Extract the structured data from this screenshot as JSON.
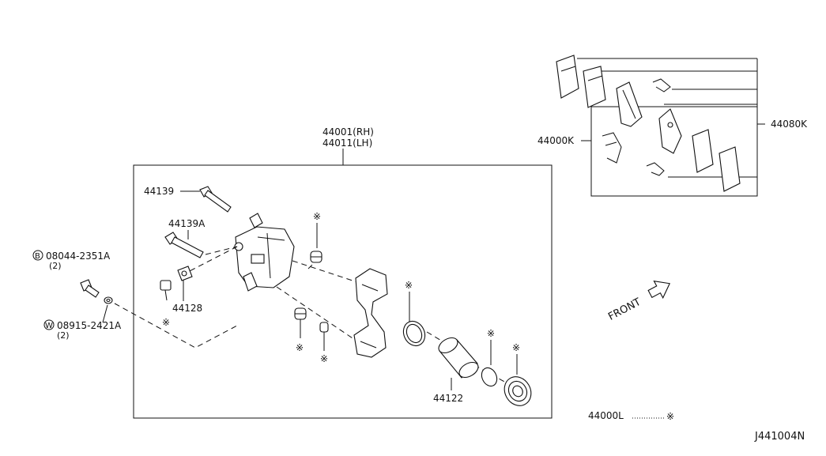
{
  "labels": {
    "caliper_rh": "44001(RH)",
    "caliper_lh": "44011(LH)",
    "pin_bolt": "44139",
    "pin_bolt_a": "44139A",
    "bleeder": "44128",
    "bolt_code": "08044-2351A",
    "bolt_qty": "(2)",
    "bolt_circle": "B",
    "washer_code": "08915-2421A",
    "washer_qty": "(2)",
    "washer_circle": "W",
    "piston": "44122",
    "pad_kit": "44000K",
    "pad_set": "44080K",
    "seal_kit": "44000L",
    "front": "FRONT",
    "mark": "※",
    "drawing_no": "J441004N"
  },
  "colors": {
    "line": "#111111",
    "background": "#ffffff"
  }
}
